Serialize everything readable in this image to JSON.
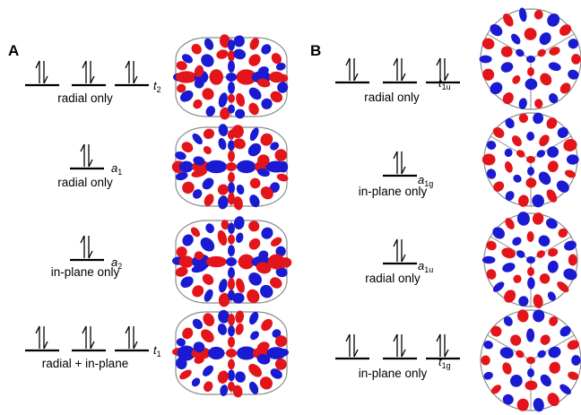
{
  "panels": [
    {
      "letter": "A",
      "rows": [
        {
          "levels": 3,
          "symbol": "t",
          "symbol_sub": "2",
          "description": "radial only"
        },
        {
          "levels": 1,
          "symbol": "a",
          "symbol_sub": "1",
          "description": "radial only"
        },
        {
          "levels": 1,
          "symbol": "a",
          "symbol_sub": "2",
          "description": "in-plane only"
        },
        {
          "levels": 3,
          "symbol": "t",
          "symbol_sub": "1",
          "description": "radial + in-plane"
        }
      ]
    },
    {
      "letter": "B",
      "rows": [
        {
          "levels": 3,
          "symbol": "t",
          "symbol_sub": "1u",
          "description": "radial only"
        },
        {
          "levels": 1,
          "symbol": "a",
          "symbol_sub": "1g",
          "description": "in-plane only"
        },
        {
          "levels": 1,
          "symbol": "a",
          "symbol_sub": "1u",
          "description": "radial only"
        },
        {
          "levels": 3,
          "symbol": "t",
          "symbol_sub": "1g",
          "description": "in-plane only"
        }
      ]
    }
  ],
  "colors": {
    "lobe_positive": "#e3151a",
    "lobe_negative": "#1a1ad2",
    "cage_frame": "#8c8c8c",
    "text": "#000000"
  }
}
